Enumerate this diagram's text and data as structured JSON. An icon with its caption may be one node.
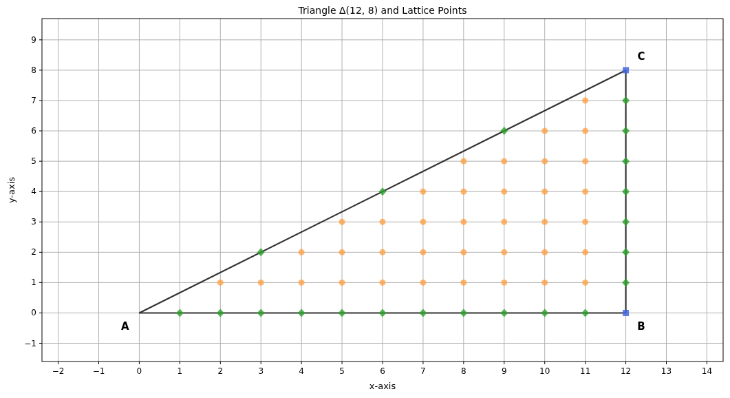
{
  "diagram": {
    "labels": [
      "A",
      "B",
      "C"
    ],
    "chart_data": {
      "type": "scatter",
      "title": "Triangle Δ(12, 8) and Lattice Points",
      "xlabel": "x-axis",
      "ylabel": "y-axis",
      "grid": true,
      "xlim": [
        -2.4,
        14.4
      ],
      "ylim": [
        -1.6,
        9.7
      ],
      "xticks": [
        {
          "value": -2,
          "label": "−2"
        },
        {
          "value": -1,
          "label": "−1"
        },
        0,
        1,
        2,
        3,
        4,
        5,
        6,
        7,
        8,
        9,
        10,
        11,
        12,
        13,
        14
      ],
      "yticks": [
        {
          "value": -1,
          "label": "−1"
        },
        0,
        1,
        2,
        3,
        4,
        5,
        6,
        7,
        8,
        9
      ],
      "series": [
        {
          "color": "#333333",
          "marker": "none",
          "type": "line",
          "x": [
            0,
            12
          ],
          "values": [
            0,
            0
          ]
        },
        {
          "color": "#333333",
          "marker": "none",
          "type": "line",
          "x": [
            12,
            12
          ],
          "values": [
            0,
            8
          ]
        },
        {
          "color": "#333333",
          "marker": "none",
          "type": "line",
          "x": [
            0,
            12
          ],
          "values": [
            0,
            8
          ]
        },
        {
          "color": "#ff9f40",
          "marker": "circle",
          "x": [
            2,
            3,
            4,
            4,
            5,
            5,
            5,
            6,
            6,
            6,
            7,
            7,
            7,
            7,
            8,
            8,
            8,
            8,
            8,
            9,
            9,
            9,
            9,
            9,
            10,
            10,
            10,
            10,
            10,
            10,
            11,
            11,
            11,
            11,
            11,
            11,
            11
          ],
          "values": [
            1,
            1,
            1,
            2,
            1,
            2,
            3,
            1,
            2,
            3,
            1,
            2,
            3,
            4,
            1,
            2,
            3,
            4,
            5,
            1,
            2,
            3,
            4,
            5,
            1,
            2,
            3,
            4,
            5,
            6,
            1,
            2,
            3,
            4,
            5,
            6,
            7
          ]
        },
        {
          "color": "#2ca02c",
          "marker": "diamond",
          "x": [
            1,
            2,
            3,
            4,
            5,
            6,
            7,
            8,
            9,
            10,
            11,
            3,
            6,
            9,
            12,
            12,
            12,
            12,
            12,
            12,
            12
          ],
          "values": [
            0,
            0,
            0,
            0,
            0,
            0,
            0,
            0,
            0,
            0,
            0,
            2,
            4,
            6,
            1,
            2,
            3,
            4,
            5,
            6,
            7
          ]
        },
        {
          "color": "#4169e1",
          "marker": "square",
          "x": [
            12,
            12
          ],
          "values": [
            0,
            8
          ]
        }
      ]
    }
  }
}
